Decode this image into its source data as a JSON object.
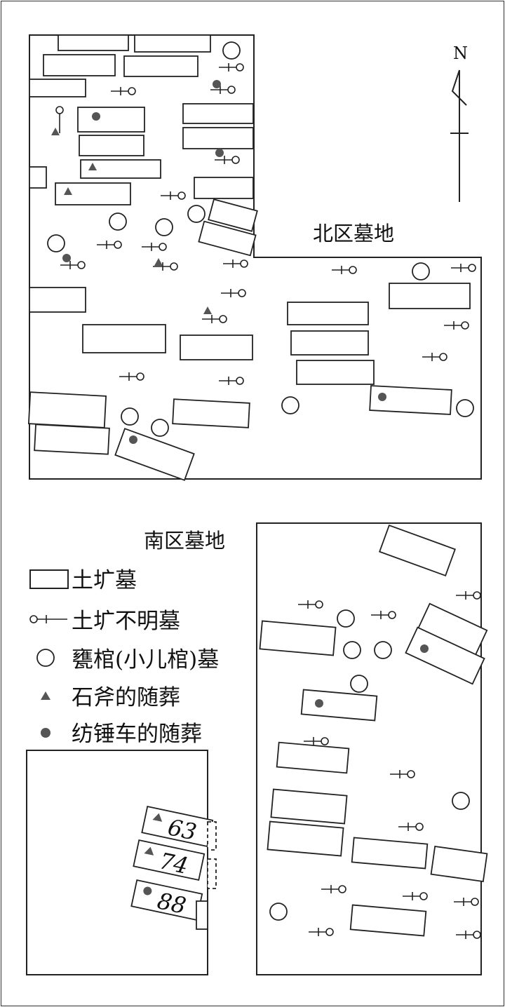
{
  "north_arrow": {
    "label": "N"
  },
  "north_area": {
    "title": "北区墓地"
  },
  "south_area": {
    "title": "南区墓地"
  },
  "legend": {
    "pit_tomb": "土圹墓",
    "unclear_pit_tomb": "土圹不明墓",
    "urn_coffin_tomb": "甕棺(小儿棺)墓",
    "stone_axe_burial": "石斧的随葬",
    "spindle_whorl_burial": "纺锤车的随葬"
  },
  "numbered_tombs": [
    "63",
    "74",
    "88"
  ],
  "colors": {
    "line": "#222222",
    "marker": "#555555"
  }
}
